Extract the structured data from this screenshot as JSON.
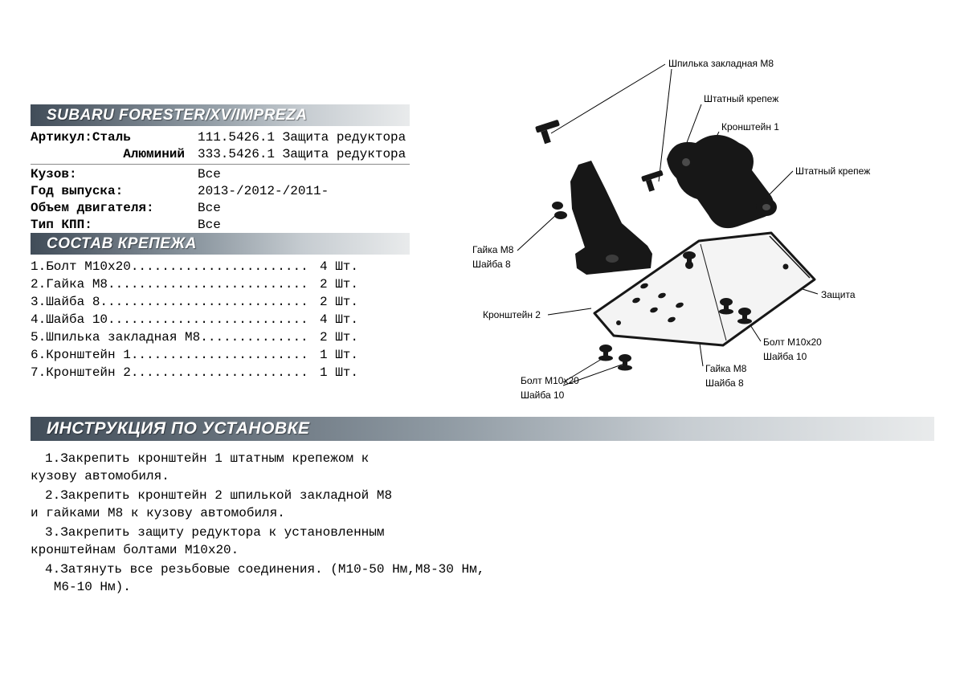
{
  "colors": {
    "bar_dark": "#414d59",
    "bar_light": "#e9ebec",
    "part_black": "#171717"
  },
  "header": {
    "title": "SUBARU FORESTER/XV/IMPREZA"
  },
  "specs": {
    "articul_label": "Артикул:",
    "steel_label": "Сталь",
    "steel_value": "111.5426.1 Защита редуктора",
    "alum_label": "Алюминий",
    "alum_value": "333.5426.1 Защита редуктора",
    "rows": [
      {
        "label": "Кузов:",
        "value": "Все"
      },
      {
        "label": "Год выпуска:",
        "value": "2013-/2012-/2011-"
      },
      {
        "label": "Объем двигателя:",
        "value": "Все"
      },
      {
        "label": "Тип КПП:",
        "value": "Все"
      }
    ]
  },
  "fasteners": {
    "title": "СОСТАВ КРЕПЕЖА",
    "items": [
      {
        "name": "1.Болт M10x20",
        "qty": "4 Шт."
      },
      {
        "name": "2.Гайка М8",
        "qty": "2 Шт."
      },
      {
        "name": "3.Шайба 8",
        "qty": "2 Шт."
      },
      {
        "name": "4.Шайба 10",
        "qty": "4 Шт."
      },
      {
        "name": "5.Шпилька закладная М8",
        "qty": "2 Шт."
      },
      {
        "name": "6.Кронштейн 1",
        "qty": "1 Шт."
      },
      {
        "name": "7.Кронштейн 2",
        "qty": "1 Шт."
      }
    ]
  },
  "diagram": {
    "labels": {
      "stud": "Шпилька закладная М8",
      "oem1": "Штатный крепеж",
      "bracket1": "Кронштейн 1",
      "oem2": "Штатный крепеж",
      "nut_left_1": "Гайка М8",
      "nut_left_2": "Шайба 8",
      "shield": "Защита",
      "bracket2": "Кронштейн 2",
      "bolt_right_1": "Болт М10х20",
      "bolt_right_2": "Шайба 10",
      "nut_bottom_1": "Гайка М8",
      "nut_bottom_2": "Шайба 8",
      "bolt_left_1": "Болт М10х20",
      "bolt_left_2": "Шайба 10"
    }
  },
  "instructions": {
    "title": "ИНСТРУКЦИЯ ПО УСТАНОВКЕ",
    "steps": [
      "1.Закрепить кронштейн 1 штатным крепежом к\nкузову автомобиля.",
      "2.Закрепить кронштейн 2 шпилькой закладной М8\nи гайками М8 к кузову автомобиля.",
      "3.Закрепить защиту редуктора к установленным\nкронштейнам болтами М10х20.",
      "4.Затянуть все резьбовые соединения. (М10-50 Нм,М8-30 Нм,\n   М6-10 Нм)."
    ]
  }
}
